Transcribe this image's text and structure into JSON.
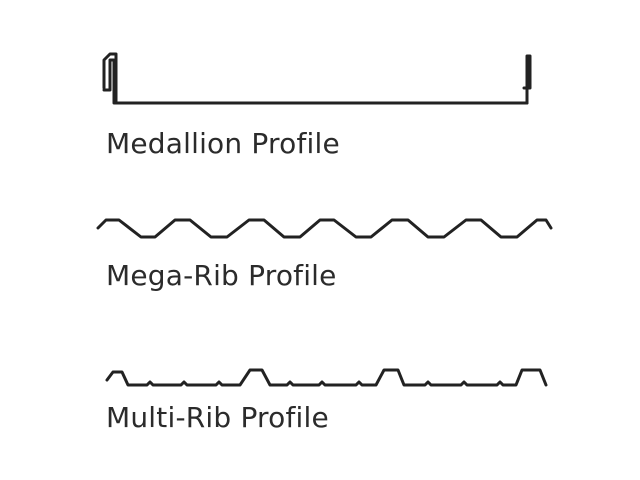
{
  "profiles": [
    {
      "id": "medallion",
      "label": "Medallion Profile",
      "icon": "medallion-profile-drawing"
    },
    {
      "id": "mega-rib",
      "label": "Mega-Rib Profile",
      "icon": "mega-rib-profile-drawing"
    },
    {
      "id": "multi-rib",
      "label": "Multi-Rib Profile",
      "icon": "multi-rib-profile-drawing"
    }
  ],
  "colors": {
    "stroke": "#222222",
    "text": "#2b2b2b",
    "background": "#ffffff"
  }
}
